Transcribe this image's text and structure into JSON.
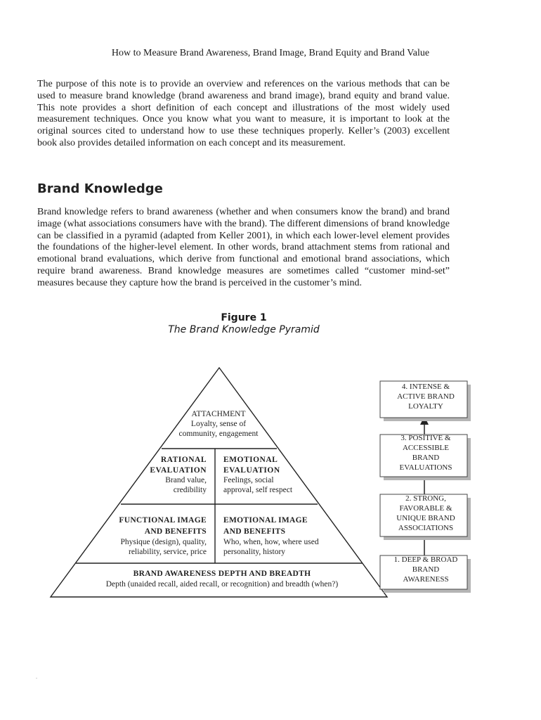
{
  "document": {
    "title": "How to Measure Brand Awareness, Brand Image, Brand Equity and Brand Value",
    "intro": "The purpose of this note is to provide an overview and references on the various methods that can be used to measure brand knowledge (brand awareness and brand image), brand equity and brand value. This note provides a short definition of each concept and illustrations of the most widely used measurement techniques. Once you know what you want to measure, it is important to look at the original sources cited to understand how to use these techniques properly. Keller’s (2003) excellent book also provides detailed information on each concept and its measurement.",
    "section_heading": "Brand Knowledge",
    "section_body": "Brand knowledge refers to brand awareness (whether and when consumers know the brand) and brand image (what associations consumers have with the brand). The different dimensions of brand knowledge can be classified in a pyramid (adapted from Keller 2001), in which each lower-level element provides the foundations of the higher-level element. In other words, brand attachment stems from rational and emotional brand evaluations, which derive from functional and emotional brand associations, which require brand awareness. Brand knowledge measures are sometimes called “customer mind-set” measures because they capture how the brand is perceived in the customer’s mind.",
    "footer_mark": "."
  },
  "figure": {
    "number": "Figure 1",
    "caption": "The Brand Knowledge Pyramid",
    "pyramid": {
      "attachment": {
        "title": "ATTACHMENT",
        "line1": "Loyalty, sense of",
        "line2": "community, engagement"
      },
      "rational": {
        "title1": "RATIONAL",
        "title2": "EVALUATION",
        "line1": "Brand value,",
        "line2": "credibility"
      },
      "emotional_eval": {
        "title1": "EMOTIONAL",
        "title2": "EVALUATION",
        "line1": "Feelings, social",
        "line2": "approval, self respect"
      },
      "functional": {
        "title1": "FUNCTIONAL IMAGE",
        "title2": "AND BENEFITS",
        "line1": "Physique (design), quality,",
        "line2": "reliability, service, price"
      },
      "emotional_image": {
        "title1": "EMOTIONAL IMAGE",
        "title2": "AND BENEFITS",
        "line1": "Who, when, how, where used",
        "line2": "personality, history"
      },
      "awareness": {
        "title": "BRAND AWARENESS DEPTH AND BREADTH",
        "line1": "Depth (unaided recall, aided recall, or recognition) and breadth (when?)"
      }
    },
    "ladder": [
      {
        "lines": [
          "4. INTENSE &",
          "ACTIVE BRAND",
          "LOYALTY"
        ]
      },
      {
        "lines": [
          "3. POSITIVE &",
          "ACCESSIBLE",
          "BRAND",
          "EVALUATIONS"
        ]
      },
      {
        "lines": [
          "2. STRONG,",
          "FAVORABLE &",
          "UNIQUE BRAND",
          "ASSOCIATIONS"
        ]
      },
      {
        "lines": [
          "1. DEEP & BROAD",
          "BRAND",
          "AWARENESS"
        ]
      }
    ]
  }
}
